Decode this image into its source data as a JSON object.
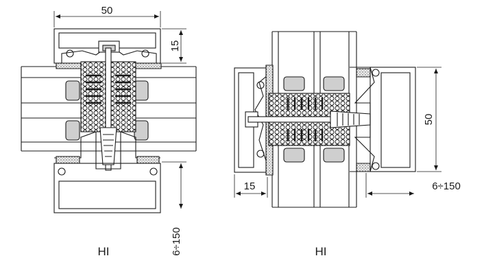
{
  "left_view": {
    "width_dim": "50",
    "height_dim": "15",
    "depth_dim": "6÷150",
    "caption": "HI"
  },
  "right_view": {
    "offset_dim": "15",
    "height_dim": "50",
    "depth_dim": "6÷150",
    "caption": "HI"
  },
  "colors": {
    "line": "#1a1a1a",
    "sealant_fill": "#e8e8e8",
    "stipple": "#555555",
    "gasket_fill": "#cfcfcf",
    "background": "#ffffff"
  }
}
